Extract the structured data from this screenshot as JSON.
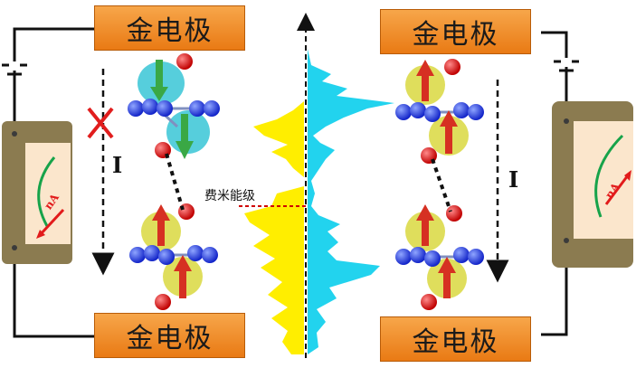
{
  "electrode_label": "金电极",
  "fermi_label": "费米能级",
  "current_label": "I",
  "meter_unit": "nA",
  "colors": {
    "electrode": "#f08a24",
    "wire": "#111111",
    "meter_case": "#8b7b50",
    "meter_face": "#fbe6cc",
    "needle": "#e21b1b",
    "scale_arc": "#17a34a",
    "dos_spin_down": "#22d3ee",
    "dos_spin_up": "#ffee00",
    "fermi_line": "#d00000",
    "blocked_mark": "#e11d1d",
    "spin_arrow_down": "#3aa845",
    "spin_arrow_up": "#d63022",
    "spin_cloud_down": "#38c5d6",
    "spin_cloud_up": "#d9d840",
    "atom_n": "#1f3fe0",
    "atom_o": "#e01010"
  }
}
